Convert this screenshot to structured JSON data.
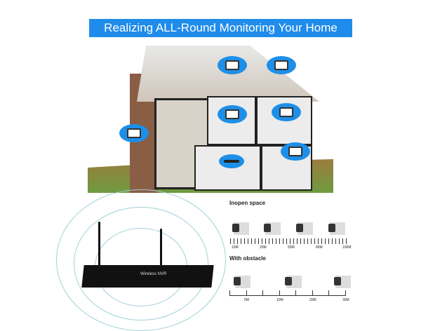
{
  "banner": {
    "title": "Realizing ALL-Round Monitoring Your Home",
    "bg_color": "#1f8ceb"
  },
  "house": {
    "camera_icons": 6,
    "nvr_icon": 1,
    "accent": "#1d8fe8"
  },
  "nvr": {
    "label": "Wireless NVR"
  },
  "open_space": {
    "title": "Inopen space",
    "scale_labels": [
      "10M",
      "20M",
      "50M",
      "80M",
      "100M"
    ],
    "cameras": 4
  },
  "obstacle": {
    "title": "With obstacle",
    "scale_labels": [
      "5M",
      "10M",
      "20M",
      "30M"
    ],
    "cameras": 3
  }
}
